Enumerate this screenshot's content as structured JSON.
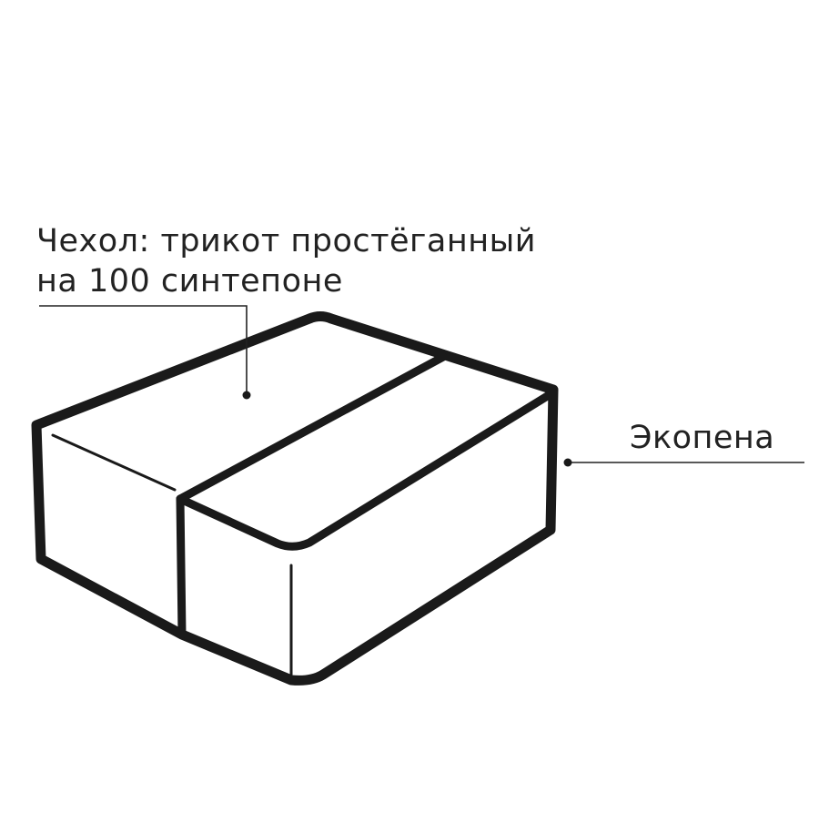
{
  "labels": {
    "cover_line1": "Чехол: трикот простёганный",
    "cover_line2": "на 100 синтепоне",
    "foam": "Экопена"
  },
  "colors": {
    "stroke": "#1a1a1a",
    "text": "#222222",
    "background": "#ffffff"
  }
}
